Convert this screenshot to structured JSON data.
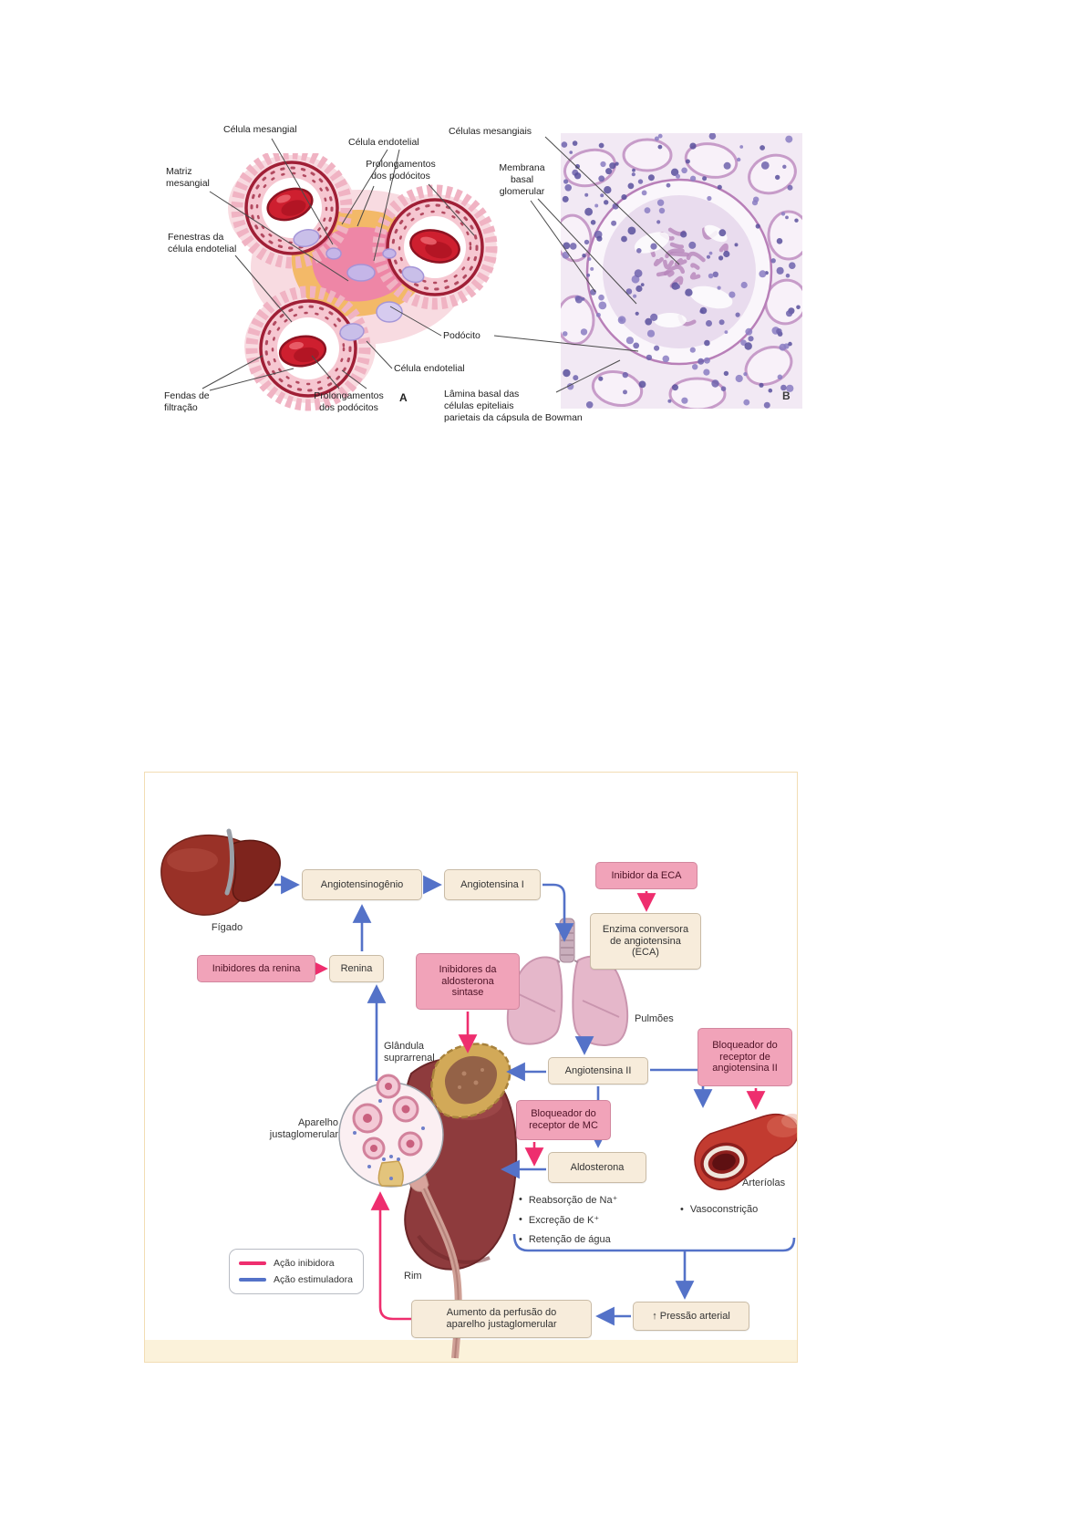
{
  "figure1": {
    "labels": {
      "celula_mesangial": "Célula mesangial",
      "celula_endotelial_top": "Célula endotelial",
      "prolongamentos_top": "Prolongamentos\ndos podócitos",
      "celulas_mesangiais": "Células mesangiais",
      "membrana_basal": "Membrana\nbasal\nglomerular",
      "matriz_mesangial": "Matriz\nmesangial",
      "fenestras": "Fenestras da\ncélula endotelial",
      "fendas": "Fendas de\nfiltração",
      "prolongamentos_bottom": "Prolongamentos\ndos podócitos",
      "podocito": "Podócito",
      "celula_endotelial_bottom": "Célula endotelial",
      "lamina_basal": "Lâmina basal das\ncélulas epiteliais\nparietais da cápsula de Bowman",
      "panel_a": "A",
      "panel_b": "B"
    }
  },
  "figure2": {
    "organs": {
      "figado": "Fígado",
      "pulmoes": "Pulmões",
      "glandula_suprarrenal": "Glândula\nsuprarrenal",
      "aparelho_justaglomerular": "Aparelho\njustaglomerular",
      "rim": "Rim",
      "arteriolas": "Arteríolas"
    },
    "boxes": {
      "angiotensinogenio": "Angiotensinogênio",
      "angiotensina_i": "Angiotensina I",
      "inibidor_eca": "Inibidor da ECA",
      "eca": "Enzima conversora\nde angiotensina\n(ECA)",
      "inibidores_renina": "Inibidores da renina",
      "renina": "Renina",
      "inibidores_aldosterona": "Inibidores da\naldosterona\nsintase",
      "angiotensina_ii": "Angiotensina II",
      "bloqueador_angii": "Bloqueador do\nreceptor de\nangiotensina II",
      "bloqueador_mc": "Bloqueador do\nreceptor de MC",
      "aldosterona": "Aldosterona",
      "aumento_perfusao": "Aumento da perfusão do\naparelho justaglomerular",
      "pressao_arterial": "↑ Pressão arterial"
    },
    "effects": {
      "kidney": [
        "Reabsorção de Na⁺",
        "Excreção de K⁺",
        "Retenção de água"
      ],
      "arteriole": [
        "Vasoconstrição"
      ]
    },
    "legend": {
      "inibidora": "Ação inibidora",
      "estimuladora": "Ação estimuladora"
    },
    "colors": {
      "inhibit": "#ee2e6e",
      "stimulate": "#5472c8",
      "box_cream": "#f7ecdb",
      "box_pink": "#f1a3b9"
    }
  }
}
